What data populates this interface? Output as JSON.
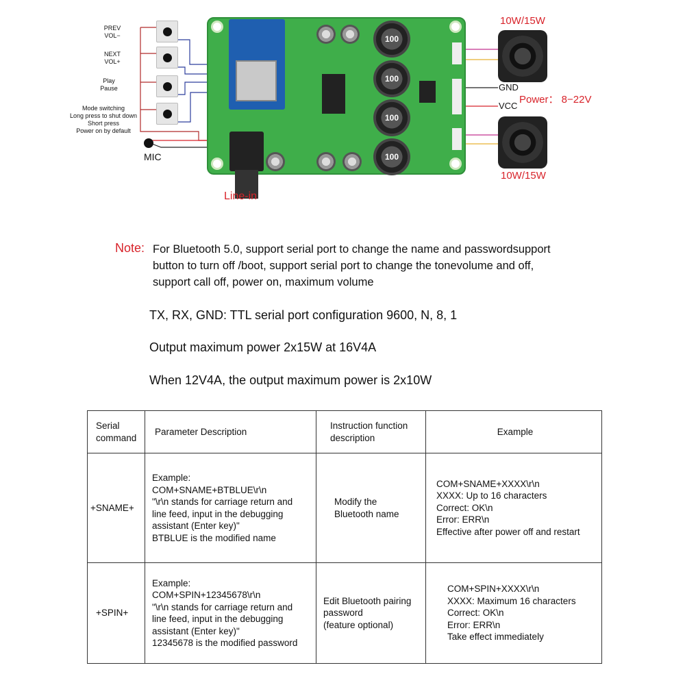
{
  "diagram": {
    "buttons": [
      {
        "label": "PREV\nVOL−"
      },
      {
        "label": "NEXT\nVOL+"
      },
      {
        "label": "Play\nPause"
      },
      {
        "label": "Mode switching\nLong press to shut down\nShort press\nPower on by default"
      }
    ],
    "mic_label": "MIC",
    "line_in_label": "Line-in",
    "speaker_top_label": "10W/15W",
    "speaker_bottom_label": "10W/15W",
    "gnd_label": "GND",
    "vcc_label": "VCC",
    "power_label": "Power： 8−22V",
    "inductor_label": "100",
    "colors": {
      "accent_red": "#d8232a",
      "pcb_green": "#3fae4a",
      "module_blue": "#1f5fb0"
    }
  },
  "note": {
    "label": "Note:",
    "text": "For Bluetooth 5.0, support serial port to change the name and passwordsupport\nbutton to turn off /boot, support serial port to change the tonevolume and off,\nsupport call off, power on, maximum volume"
  },
  "specs": [
    "TX, RX, GND: TTL serial port configuration 9600, N, 8, 1",
    "Output maximum power 2x15W at 16V4A",
    "When 12V4A, the output maximum power is 2x10W"
  ],
  "table": {
    "headers": [
      "Serial\ncommand",
      "Parameter Description",
      "Instruction function\n description",
      "Example"
    ],
    "rows": [
      [
        "+SNAME+",
        "Example:\n COM+SNAME+BTBLUE\\r\\n\n\"\\r\\n stands for carriage return and\n line feed, input in the debugging\nassistant (Enter key)\"\nBTBLUE is the modified name",
        "Modify the\nBluetooth name",
        "COM+SNAME+XXXX\\r\\n\nXXXX: Up to 16 characters\nCorrect: OK\\n\nError: ERR\\n\nEffective after power off and restart"
      ],
      [
        "+SPIN+",
        "Example:\nCOM+SPIN+12345678\\r\\n\n\"\\r\\n stands for carriage return and\n line feed, input in the debugging\n assistant (Enter key)\"\n12345678 is the modified password",
        "Edit Bluetooth pairing\n password\n(feature optional)",
        "COM+SPIN+XXXX\\r\\n\nXXXX: Maximum 16 characters\nCorrect: OK\\n\nError: ERR\\n\nTake effect immediately"
      ]
    ]
  }
}
